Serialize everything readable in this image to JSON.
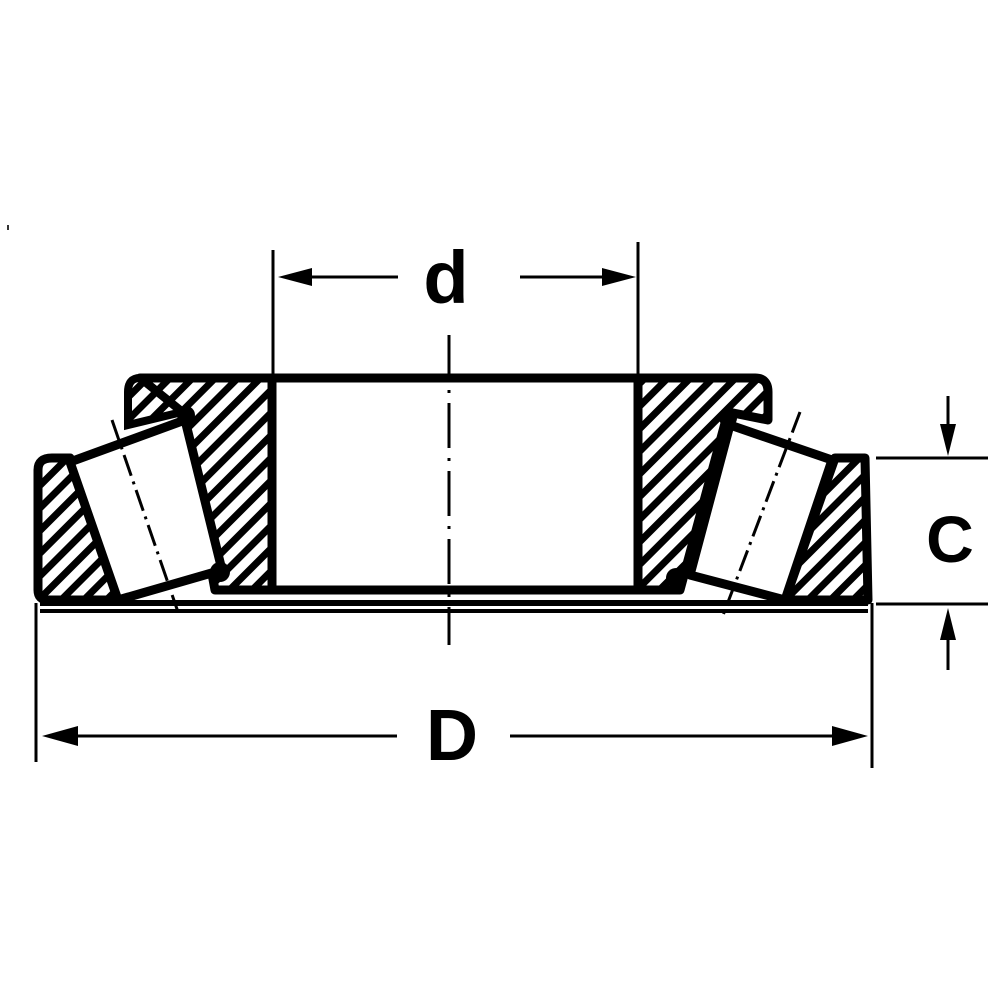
{
  "diagram": {
    "title": "Tapered roller bearing cross-section",
    "background": "#ffffff",
    "ink": "#000000",
    "dimensions": {
      "bore": {
        "label": "d"
      },
      "outer_diameter": {
        "label": "D"
      },
      "cup_width": {
        "label": "C"
      }
    }
  }
}
